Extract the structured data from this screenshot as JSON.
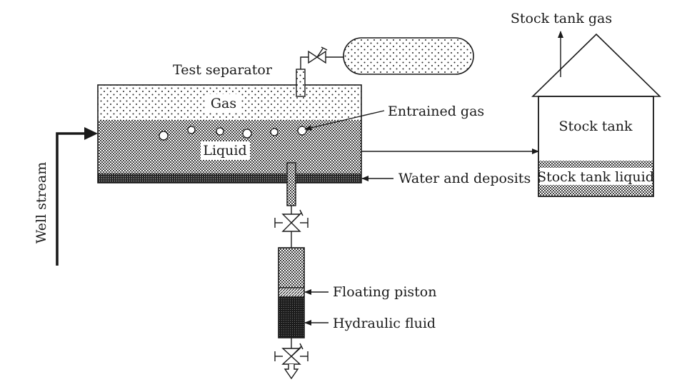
{
  "labels": {
    "test_separator": "Test separator",
    "gas": "Gas",
    "liquid": "Liquid",
    "entrained_gas": "Entrained gas",
    "water_and_deposits": "Water and deposits",
    "well_stream": "Well stream",
    "stock_tank_gas": "Stock tank gas",
    "stock_tank": "Stock tank",
    "stock_tank_liquid": "Stock tank liquid",
    "floating_piston": "Floating piston",
    "hydraulic_fluid": "Hydraulic fluid"
  },
  "colors": {
    "line": "#1a1a1a",
    "background": "#ffffff"
  }
}
